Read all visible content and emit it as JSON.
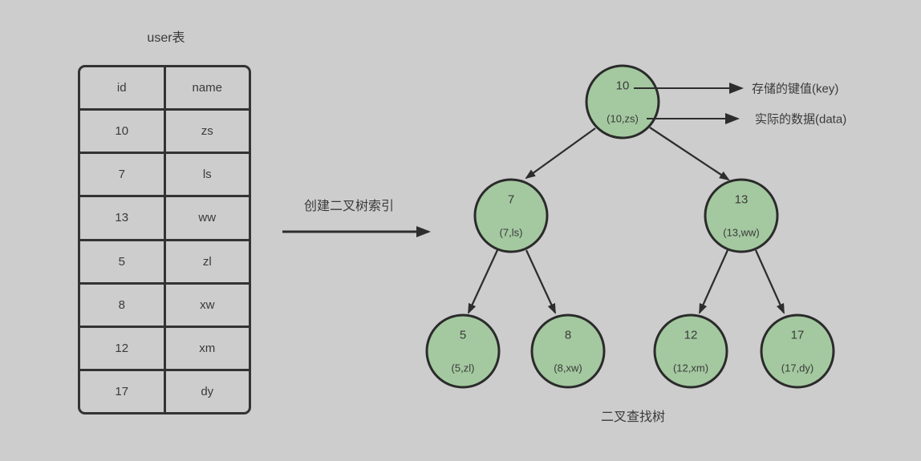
{
  "table": {
    "title": "user表",
    "headers": [
      "id",
      "name"
    ],
    "rows": [
      [
        "10",
        "zs"
      ],
      [
        "7",
        "ls"
      ],
      [
        "13",
        "ww"
      ],
      [
        "5",
        "zl"
      ],
      [
        "8",
        "xw"
      ],
      [
        "12",
        "xm"
      ],
      [
        "17",
        "dy"
      ]
    ]
  },
  "transform_arrow": {
    "label": "创建二叉树索引"
  },
  "tree": {
    "caption": "二叉查找树",
    "nodes": [
      {
        "key": "10",
        "data": "(10,zs)"
      },
      {
        "key": "7",
        "data": "(7,ls)"
      },
      {
        "key": "13",
        "data": "(13,ww)"
      },
      {
        "key": "5",
        "data": "(5,zl)"
      },
      {
        "key": "8",
        "data": "(8,xw)"
      },
      {
        "key": "12",
        "data": "(12,xm)"
      },
      {
        "key": "17",
        "data": "(17,dy)"
      }
    ],
    "annotations": {
      "key_label": "存储的键值(key)",
      "data_label": "实际的数据(data)"
    }
  },
  "colors": {
    "background": "#cdcdcd",
    "node_fill": "#a4c9a0",
    "node_stroke": "#2b2b2b",
    "line": "#2d2d2d",
    "text": "#3a3a3a"
  }
}
